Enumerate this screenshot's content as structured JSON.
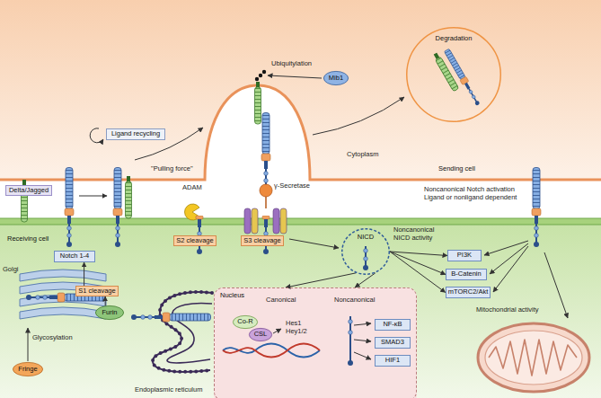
{
  "diagram": {
    "nodes": [
      {
        "text": [
          "Sending cell"
        ]
      },
      {
        "text": [
          "Degradation"
        ],
        "in": 0
      },
      {
        "text": [
          "Mib1"
        ],
        "in": 0
      },
      {
        "text": [
          "Ligand recycling"
        ],
        "in": 0
      },
      {
        "text": [
          "Delta/Jagged"
        ]
      },
      {
        "text": [
          "Receiving cell"
        ]
      },
      {
        "text": [
          "S2 cleavage"
        ],
        "in": 5
      },
      {
        "text": [
          "S3 cleavage"
        ],
        "in": 5
      },
      {
        "text": [
          "NICD"
        ],
        "in": 5
      },
      {
        "text": [
          "PI3K"
        ],
        "in": 5
      },
      {
        "text": [
          "Notch 1-4"
        ],
        "in": 5
      },
      {
        "text": [
          "B-Catenin"
        ],
        "in": 5
      },
      {
        "text": [
          "S1 cleavage"
        ],
        "in": 5
      },
      {
        "text": [
          "Nucleus"
        ],
        "in": 5
      },
      {
        "text": [
          "mTORC2/Akt"
        ],
        "in": 5
      },
      {
        "text": [
          "Furin"
        ],
        "in": 5
      },
      {
        "text": [
          "Co-R"
        ],
        "in": 13
      },
      {
        "text": [
          "CSL"
        ],
        "in": 13
      },
      {
        "text": [
          "NF-κB"
        ],
        "in": 13
      },
      {
        "text": [
          "SMAD3"
        ],
        "in": 13
      },
      {
        "text": [
          "HIF1"
        ],
        "in": 13
      },
      {
        "text": [
          "Fringe"
        ],
        "in": 5
      }
    ],
    "edges": [
      {
        "from": 8,
        "to": 13,
        "arrow": "to"
      },
      {
        "from": 8,
        "to": 13,
        "arrow": "to"
      },
      {
        "from": 8,
        "to": 9,
        "arrow": "to"
      },
      {
        "from": 8,
        "to": 11,
        "arrow": "to"
      },
      {
        "from": 8,
        "to": 14,
        "arrow": "to"
      },
      {
        "from": 12,
        "to": 10,
        "arrow": "to"
      },
      {
        "from": 15,
        "to": 12,
        "arrow": "to"
      }
    ],
    "labels": [
      "Ubiquitylation",
      "Cytoplasm",
      "\"Pulling force\"",
      "Noncanonical Notch activation",
      "Ligand or nonligand dependent",
      "ADAM",
      "γ-Secretase",
      "Noncanonical NICD activity",
      "Golgi",
      "Glycosylation",
      "Endoplasmic reticulum",
      "Canonical",
      "Noncanonical",
      "Hes1 Hey1/2",
      "Mitochondrial activity"
    ]
  }
}
